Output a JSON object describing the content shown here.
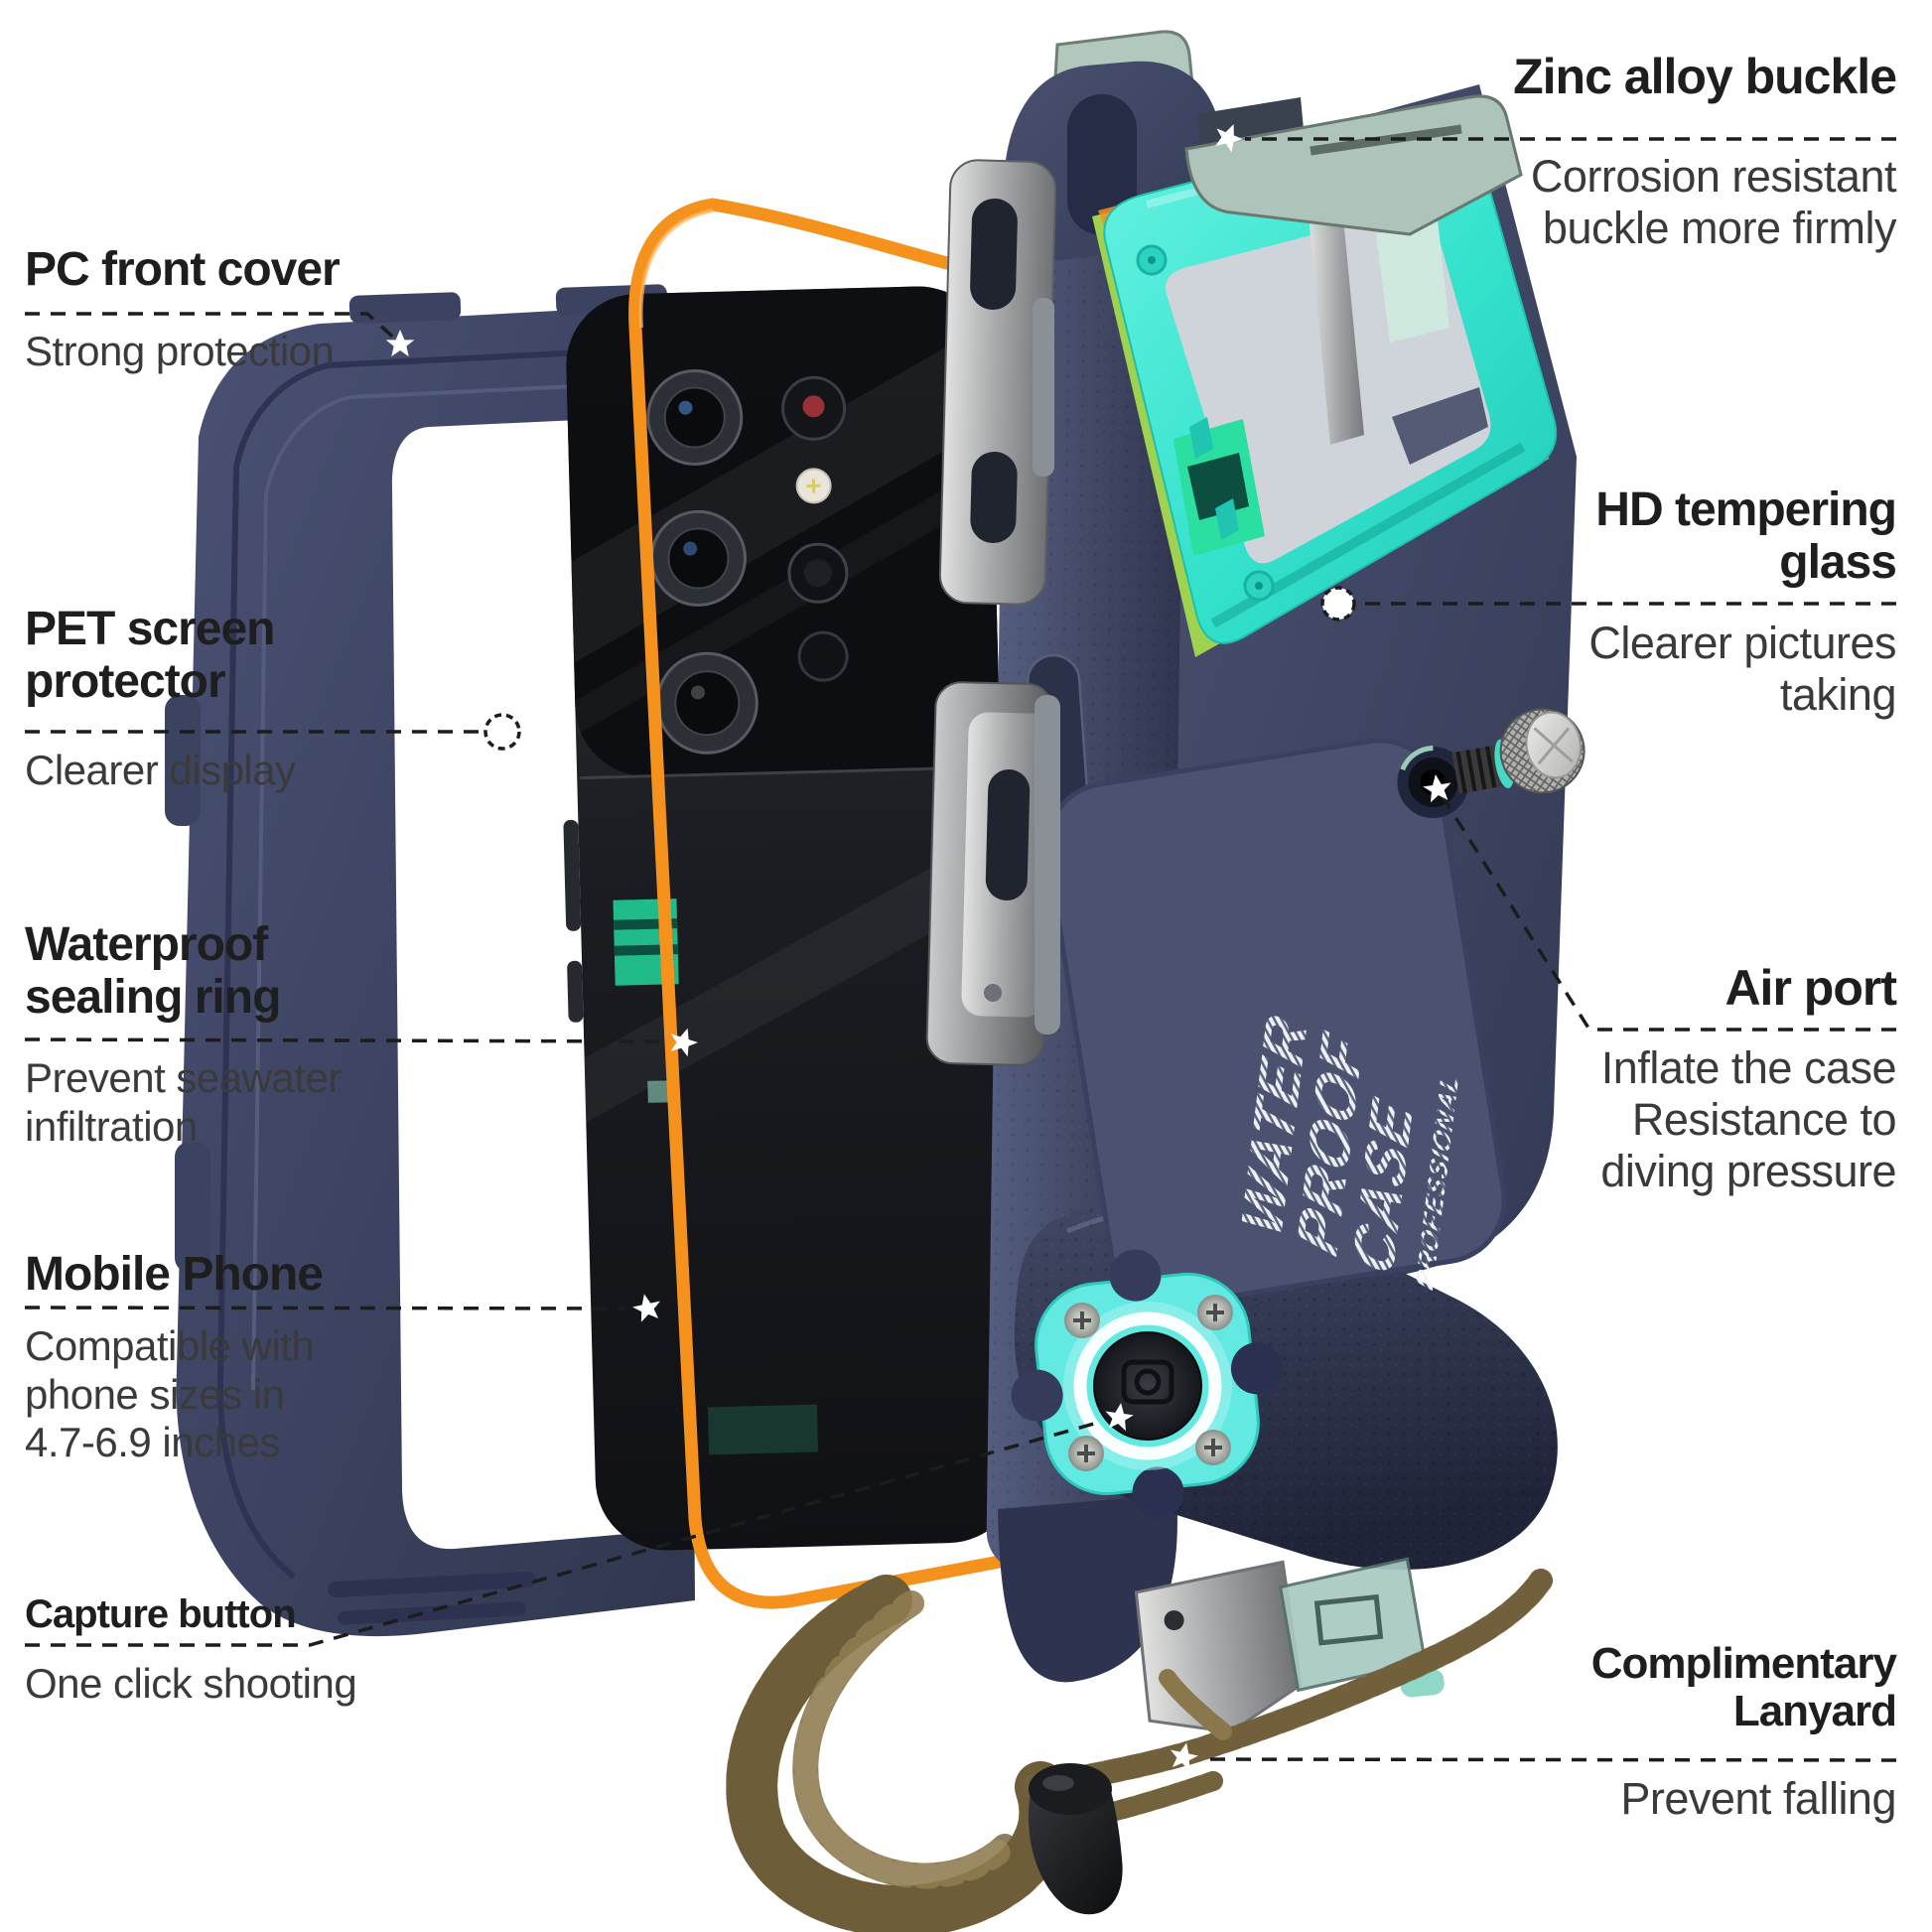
{
  "meta": {
    "title": "Professional waterproof diving phone case — feature diagram"
  },
  "case_label": {
    "line1": "WATER",
    "line2": "PROOF",
    "line3": "CASE",
    "line4": "PROFESSIONAL"
  },
  "callouts": {
    "pc_front_cover": {
      "title": "PC front cover",
      "desc1": "Strong protection"
    },
    "pet_screen": {
      "title1": "PET screen",
      "title2": "protector",
      "desc1": "Clearer display"
    },
    "waterproof_ring": {
      "title1": "Waterproof",
      "title2": "sealing ring",
      "desc1": "Prevent seawater",
      "desc2": "infiltration"
    },
    "mobile_phone": {
      "title": "Mobile Phone",
      "desc1": "Compatible with",
      "desc2": "phone sizes in",
      "desc3": "4.7-6.9 inches"
    },
    "capture_button": {
      "title": "Capture button",
      "desc1": "One click shooting"
    },
    "zinc_buckle": {
      "title": "Zinc alloy buckle",
      "desc1": "Corrosion resistant",
      "desc2": "buckle more firmly"
    },
    "hd_glass": {
      "title1": "HD tempering",
      "title2": "glass",
      "desc1": "Clearer pictures",
      "desc2": "taking"
    },
    "air_port": {
      "title": "Air port",
      "desc1": "Inflate the case",
      "desc2": "Resistance to",
      "desc3": "diving pressure"
    },
    "lanyard": {
      "title1": "Complimentary",
      "title2": "Lanyard",
      "desc1": "Prevent falling"
    }
  },
  "colors": {
    "case_navy": "#3d4463",
    "window_teal": "#3ee8d2",
    "seal_orange": "#f5921e",
    "lanyard_khaki": "#8a774b",
    "metal_silver": "#c9c9c7",
    "accent_lime": "#9fd24f",
    "leader_black": "#1c1c1c"
  }
}
